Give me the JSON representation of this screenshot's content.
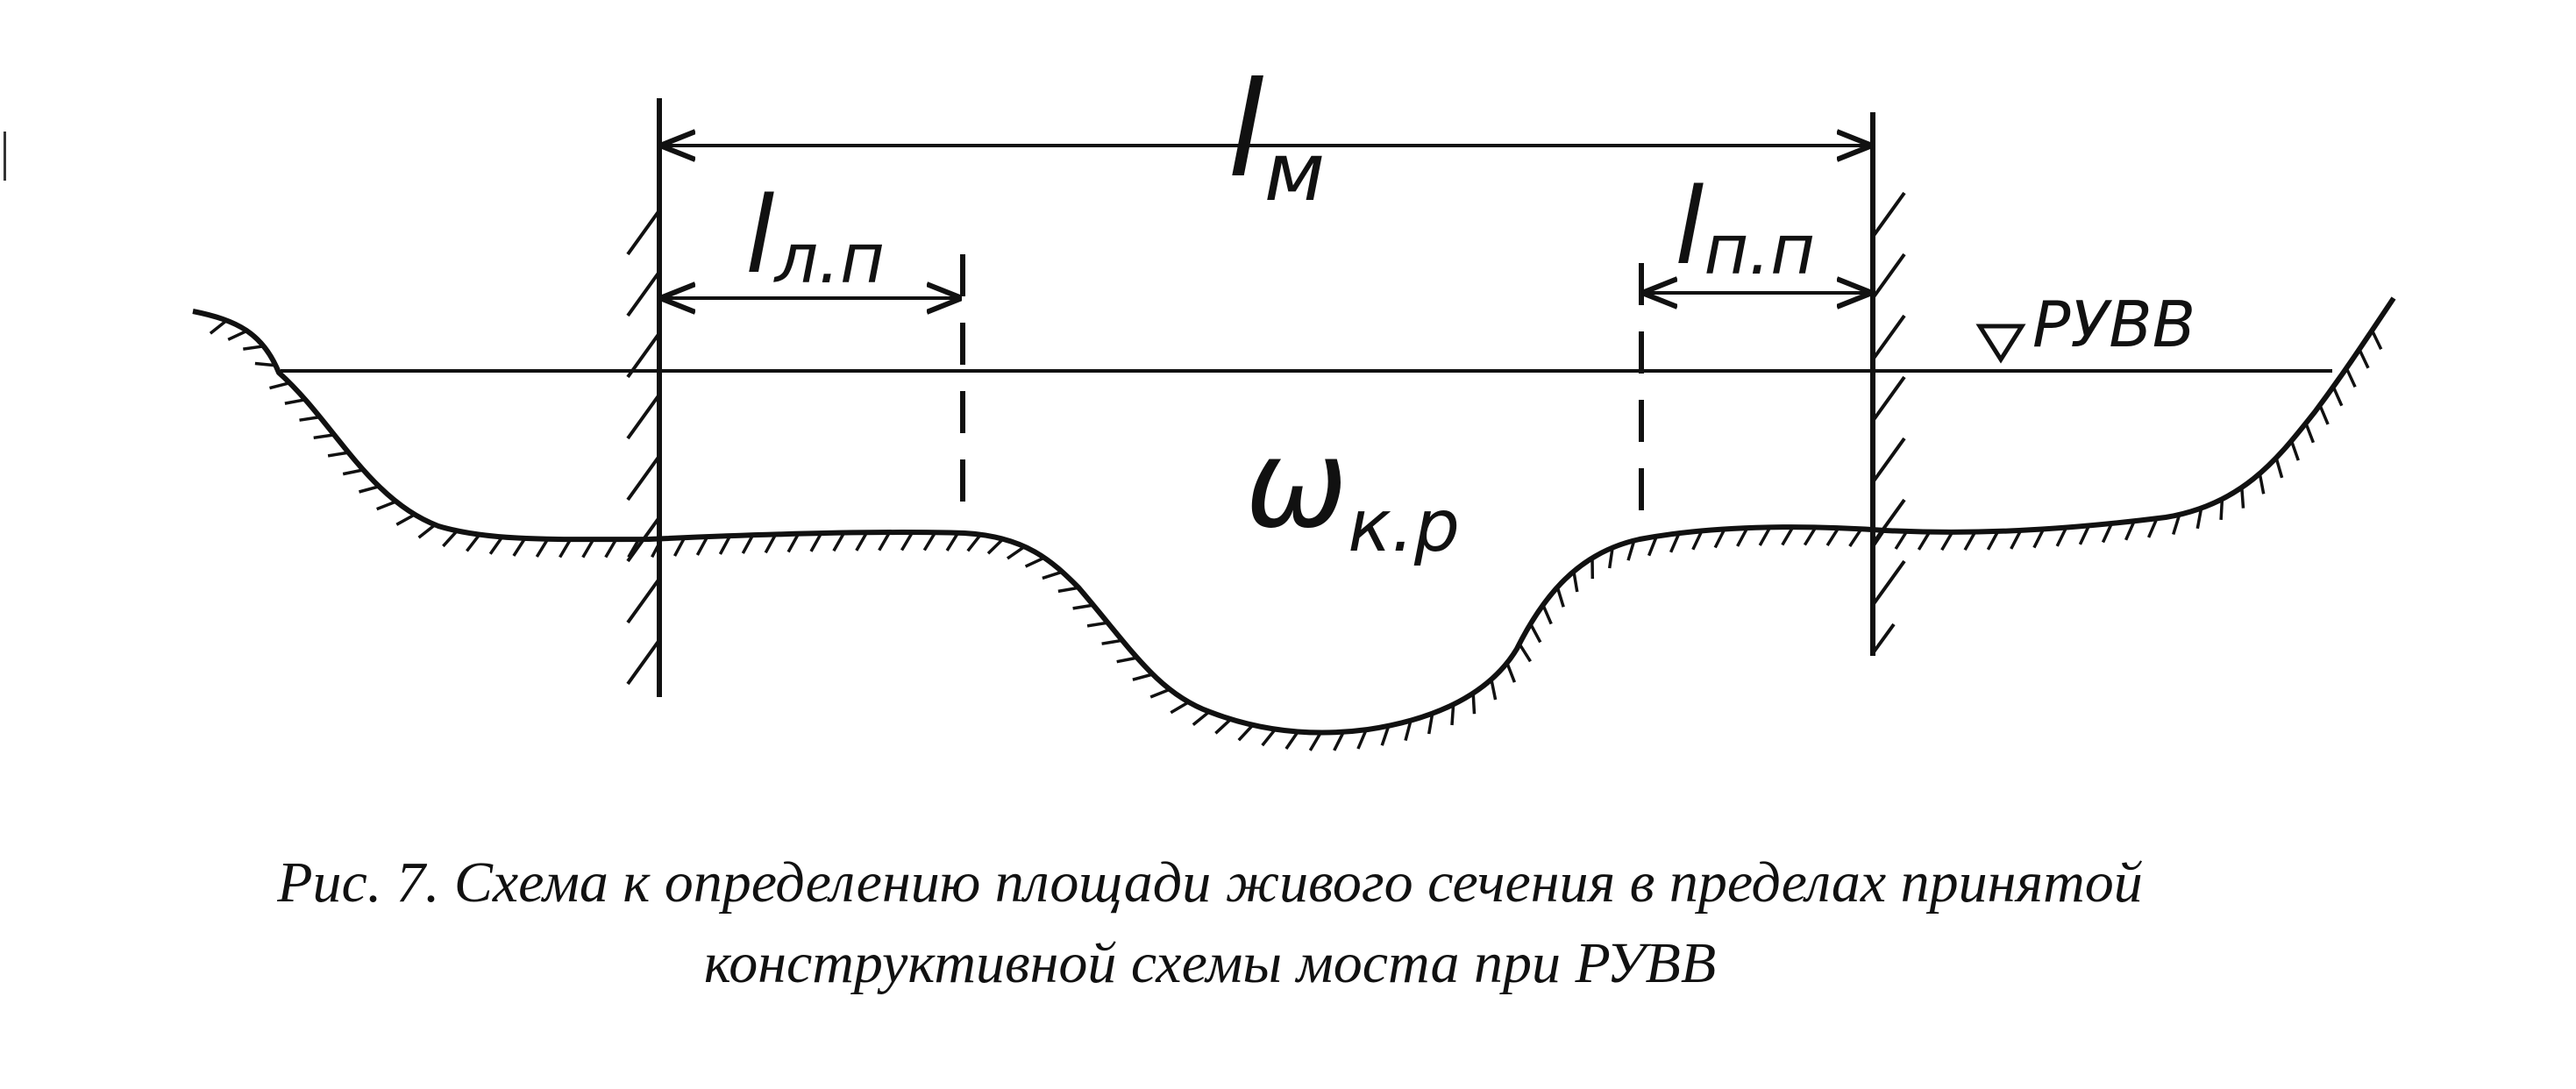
{
  "labels": {
    "total_span": "l",
    "total_span_sub": "м",
    "left_floodplain": "l",
    "left_floodplain_sub": "л.п",
    "right_floodplain": "l",
    "right_floodplain_sub": "п.п",
    "water_level": "РУВВ",
    "area": "ω",
    "area_sub": "к.р"
  },
  "caption": {
    "line1": "Рис. 7. Схема к определению площади живого сечения в пределах принятой",
    "line2": "конструктивной схемы моста при РУВВ"
  },
  "colors": {
    "ink": "#111111",
    "background": "#ffffff"
  }
}
